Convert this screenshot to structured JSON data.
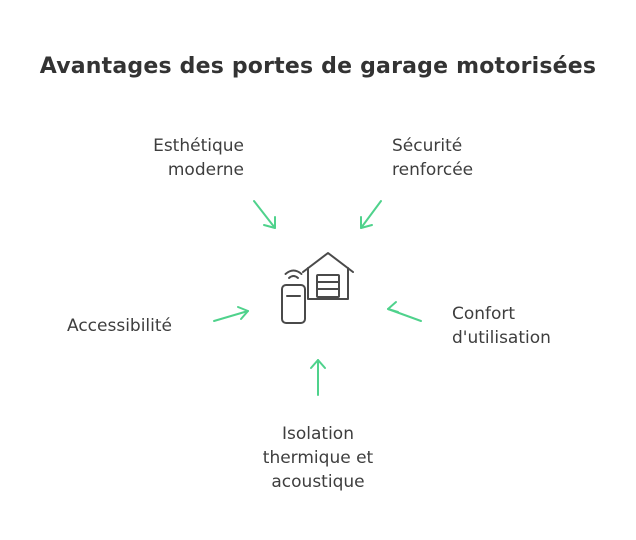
{
  "title": "Avantages des portes de garage motorisées",
  "benefits": {
    "top_left": [
      "Esthétique",
      "moderne"
    ],
    "top_right": [
      "Sécurité",
      "renforcée"
    ],
    "left": [
      "Accessibilité"
    ],
    "right": [
      "Confort",
      "d'utilisation"
    ],
    "bottom": [
      "Isolation",
      "thermique et",
      "acoustique"
    ]
  },
  "colors": {
    "arrow": "#4fd28c",
    "icon": "#4a4a4a"
  },
  "center_icon": "garage-remote-icon"
}
